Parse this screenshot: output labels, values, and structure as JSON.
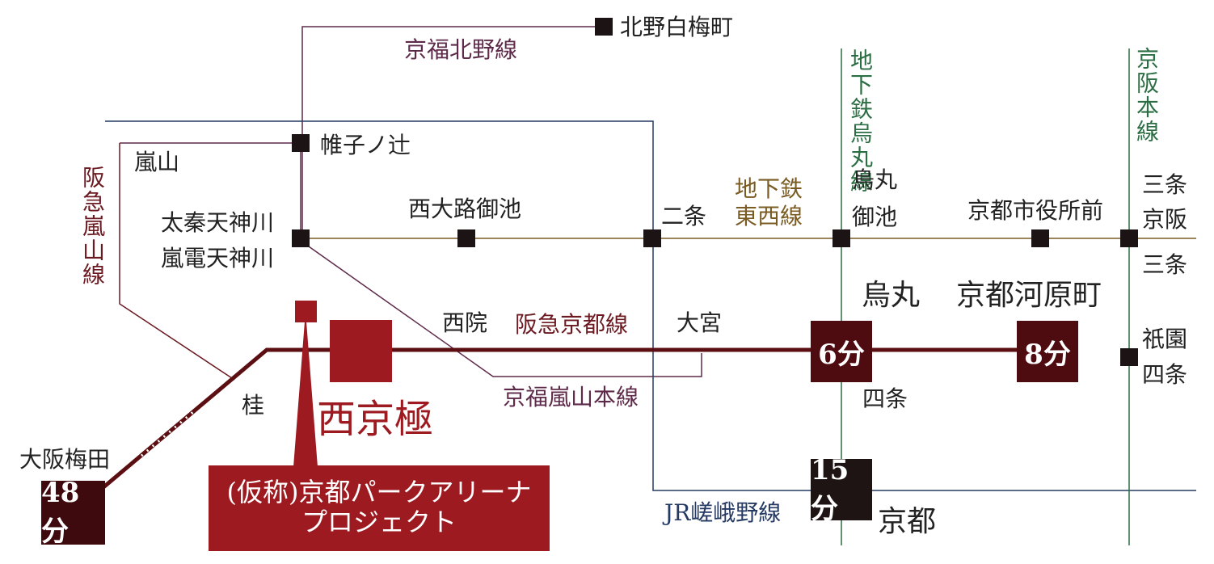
{
  "colors": {
    "hankyu_kyoto": "#5c0f12",
    "hankyu_arashiyama": "#6b1a22",
    "keifuku": "#5e2a4a",
    "jr": "#253a63",
    "subway_tozai": "#7a5c22",
    "subway_karasuma": "#2c6e44",
    "keihan": "#2c6e44",
    "station": "#1c1414",
    "accent": "#9d1a20",
    "time_box_dark": "#1e1414",
    "time_box_red": "#4e0c10"
  },
  "lines": {
    "keifuku_kitano": "京福北野線",
    "keifuku_arashiyama": "京福嵐山本線",
    "hankyu_arashiyama": "阪急嵐山線",
    "hankyu_kyoto": "阪急京都線",
    "jr_sagano": "JR嵯峨野線",
    "subway_tozai": "地下鉄東西線",
    "subway_karasuma": "地下鉄烏丸線",
    "keihan": "京阪本線"
  },
  "stations": {
    "kitano_hakubaicho": "北野白梅町",
    "katabiranotsuji": "帷子ノ辻",
    "arashiyama": "嵐山",
    "uzumasa_tenjingawa": "太秦天神川",
    "randen_tenjingawa": "嵐電天神川",
    "nishioji_oike": "西大路御池",
    "nijo": "二条",
    "karasuma_oike_1": "烏丸",
    "karasuma_oike_2": "御池",
    "kyoto_shiyakusho": "京都市役所前",
    "sanjo_keihan_1": "三条",
    "sanjo_keihan_2": "京阪",
    "sanjo": "三条",
    "sai": "西院",
    "omiya": "大宮",
    "karasuma": "烏丸",
    "kyoto_kawaramachi": "京都河原町",
    "gion_shijo_1": "祇園",
    "gion_shijo_2": "四条",
    "shijo": "四条",
    "katsura": "桂",
    "osaka_umeda": "大阪梅田",
    "kyoto": "京都"
  },
  "times": {
    "karasuma": "6分",
    "kawaramachi": "8分",
    "kyoto": "15分",
    "umeda": "48分"
  },
  "property": {
    "name": "西京極",
    "project_line1": "(仮称)京都パークアリーナ",
    "project_line2": "プロジェクト"
  }
}
